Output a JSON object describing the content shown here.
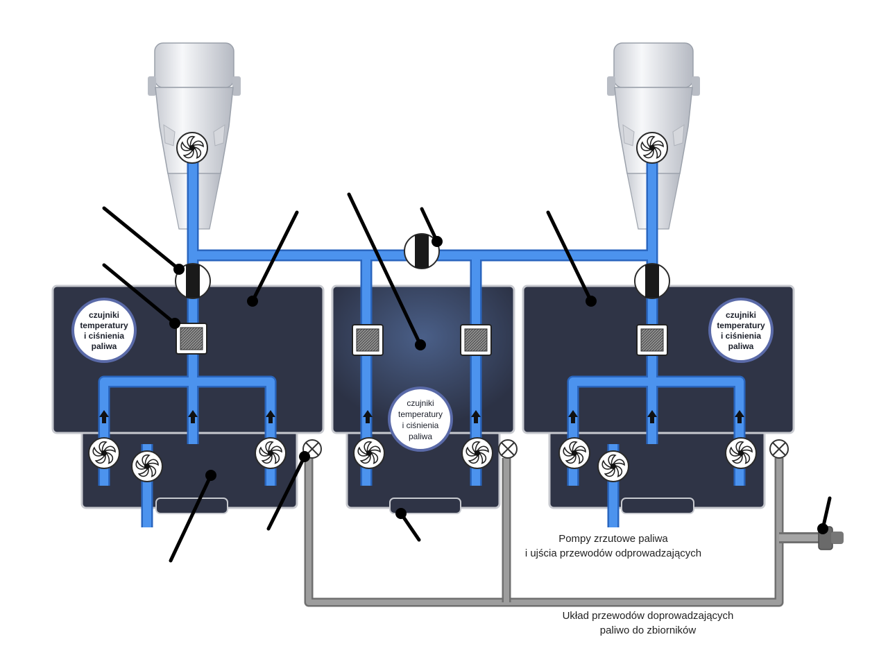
{
  "sensors": {
    "left": {
      "lines": [
        "czujniki",
        "temperatury",
        "i ciśnienia",
        "paliwa"
      ]
    },
    "center": {
      "lines": [
        "czujniki",
        "temperatury",
        "i ciśnienia",
        "paliwa"
      ]
    },
    "right": {
      "lines": [
        "czujniki",
        "temperatury",
        "i ciśnienia",
        "paliwa"
      ]
    }
  },
  "labels": {
    "jettison": [
      "Pompy zrzutowe paliwa",
      "i ujścia przewodów odprowadzających"
    ],
    "refuel": [
      "Układ przewodów doprowadzających",
      "paliwo do zbiorników"
    ]
  },
  "colors": {
    "fuel_pipe": "#3f86e6",
    "tank": "#2f3446",
    "drain_pipe": "#8c8c8c",
    "leader_line": "#000000"
  }
}
